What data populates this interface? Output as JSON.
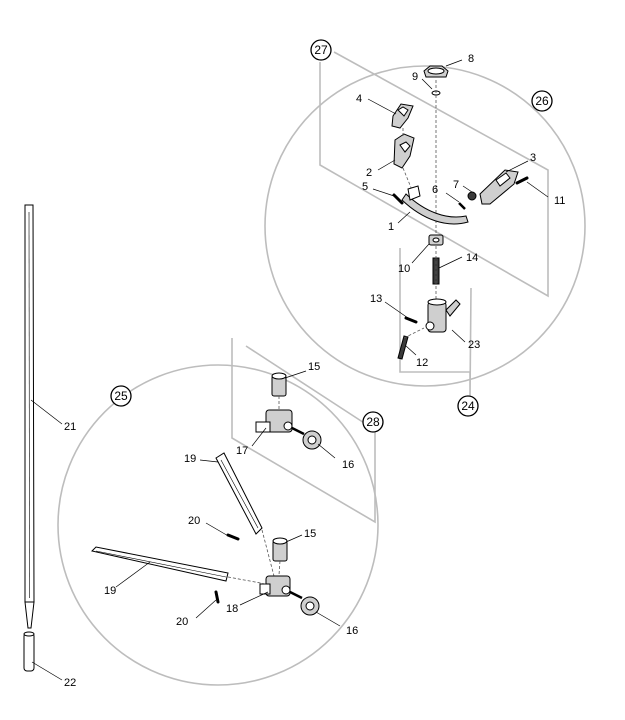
{
  "callouts": {
    "c27": "27",
    "c26": "26",
    "c24": "24",
    "c25": "25",
    "c28": "28"
  },
  "labels": {
    "l1": "1",
    "l2": "2",
    "l3": "3",
    "l4": "4",
    "l5": "5",
    "l6": "6",
    "l7": "7",
    "l8": "8",
    "l9": "9",
    "l10": "10",
    "l11": "11",
    "l12": "12",
    "l13": "13",
    "l14": "14",
    "l15a": "15",
    "l15b": "15",
    "l16a": "16",
    "l16b": "16",
    "l17": "17",
    "l18": "18",
    "l19a": "19",
    "l19b": "19",
    "l20a": "20",
    "l20b": "20",
    "l21": "21",
    "l22": "22",
    "l23": "23"
  }
}
